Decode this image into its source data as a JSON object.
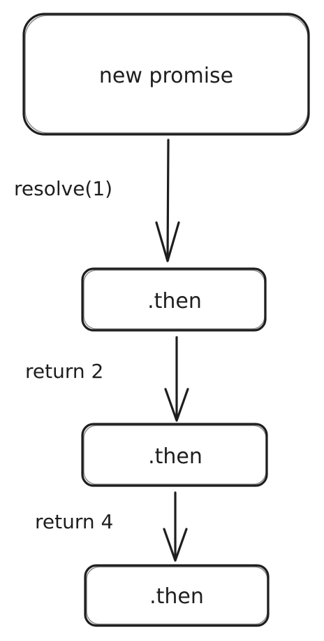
{
  "nodes": [
    {
      "id": "new-promise",
      "label": "new promise"
    },
    {
      "id": "then-1",
      "label": ".then"
    },
    {
      "id": "then-2",
      "label": ".then"
    },
    {
      "id": "then-3",
      "label": ".then"
    }
  ],
  "edges": [
    {
      "from": "new-promise",
      "to": "then-1",
      "label": "resolve(1)"
    },
    {
      "from": "then-1",
      "to": "then-2",
      "label": "return 2"
    },
    {
      "from": "then-2",
      "to": "then-3",
      "label": "return 4"
    }
  ],
  "colors": {
    "stroke": "#1e1e1e",
    "background": "#ffffff"
  }
}
